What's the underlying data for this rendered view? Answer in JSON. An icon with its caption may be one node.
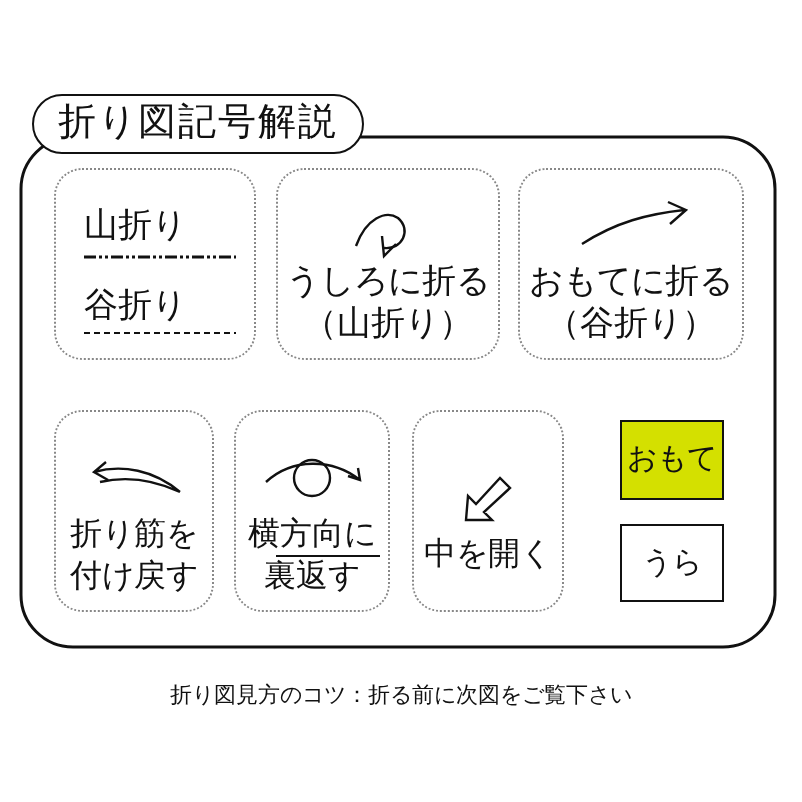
{
  "diagram": {
    "caption": "折り図見方のコツ：折る前に次図をご覧下さい",
    "nodes": [
      {
        "text": [
          "折り図記号解説"
        ]
      },
      {
        "text": [
          "山折り",
          "谷折り"
        ],
        "in": 0
      },
      {
        "text": [
          "うしろに折る（山折り）"
        ],
        "in": 0
      },
      {
        "text": [
          "おもてに折る（谷折り）"
        ],
        "in": 0
      },
      {
        "text": [
          "折り筋を付け戻す"
        ],
        "in": 0
      },
      {
        "text": [
          "横方向に裏返す"
        ],
        "in": 0
      },
      {
        "text": [
          "中を開く"
        ],
        "in": 0
      },
      {
        "text": [
          "おもて"
        ],
        "in": 0
      },
      {
        "text": [
          "うら"
        ],
        "in": 0
      }
    ]
  }
}
